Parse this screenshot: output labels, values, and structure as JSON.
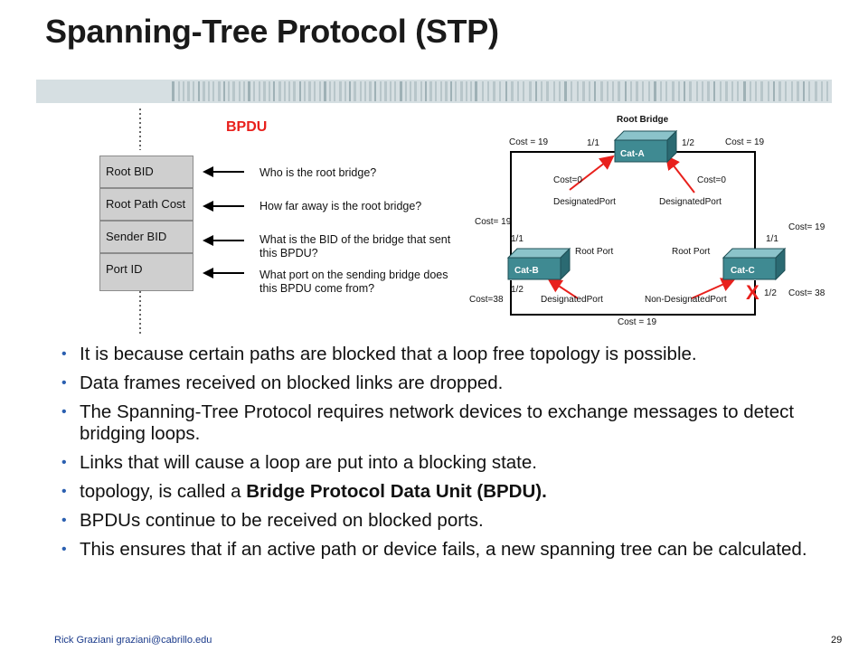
{
  "slide": {
    "title": "Spanning-Tree Protocol (STP)",
    "footer": "Rick Graziani  graziani@cabrillo.edu",
    "page_number": "29"
  },
  "frame": {
    "heading": "BPDU",
    "fields": [
      "Root  BID",
      "Root Path Cost",
      "Sender BID",
      "Port ID"
    ],
    "questions": [
      "Who is the root bridge?",
      "How far away is the root bridge?",
      "What is the BID of the bridge that sent this BPDU?",
      "What port on the sending bridge does this BPDU come from?"
    ]
  },
  "network": {
    "root_bridge_label": "Root Bridge",
    "switches": [
      "Cat-A",
      "Cat-B",
      "Cat-C"
    ],
    "cost_top_left": "Cost = 19",
    "cost_top_right": "Cost = 19",
    "cost_left": "Cost= 19",
    "cost_right": "Cost= 19",
    "cost_bottom": "Cost = 19",
    "cost_b": "Cost=38",
    "cost_c": "Cost= 38",
    "cost_zero_left": "Cost=0",
    "cost_zero_right": "Cost=0",
    "port_a_left": "1/1",
    "port_a_right": "1/2",
    "port_b_top": "1/1",
    "port_b_bottom": "1/2",
    "port_c_top": "1/1",
    "port_c_bottom": "1/2",
    "designated_a_left": "DesignatedPort",
    "designated_a_right": "DesignatedPort",
    "root_port_b": "Root Port",
    "root_port_c": "Root Port",
    "designated_b": "DesignatedPort",
    "non_designated_c": "Non-DesignatedPort",
    "blocked_mark": "X"
  },
  "bullets": [
    "It is because certain paths are blocked that a loop free topology is possible.",
    "Data frames received on blocked links are dropped.",
    "The Spanning-Tree Protocol requires network devices to exchange messages to detect bridging loops.",
    "Links that will cause a loop are put into a blocking state.",
    "BPDUs continue to be received on blocked ports.",
    "This ensures that if an active path or device fails, a new spanning tree can be calculated."
  ],
  "bpdu_bullet": {
    "prefix": "topology, is called a ",
    "bold": "Bridge Protocol Data Unit (BPDU)."
  },
  "colors": {
    "accent_red": "#e8201c",
    "switch_teal": "#3f8a92",
    "bullet_blue": "#2a5fb0",
    "header_band": "#c9d3d6"
  }
}
